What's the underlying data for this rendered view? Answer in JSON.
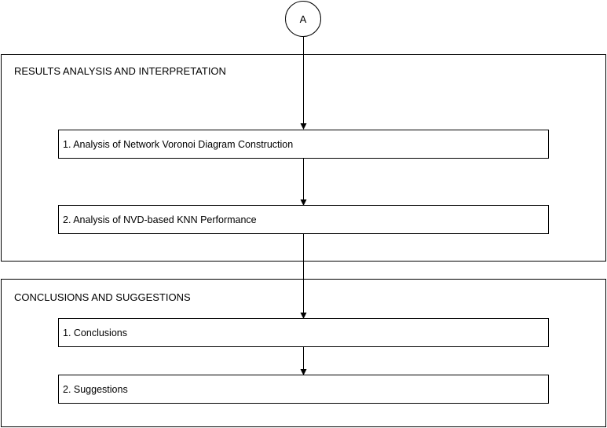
{
  "connector_label": "A",
  "sections": [
    {
      "title": "RESULTS ANALYSIS AND INTERPRETATION",
      "steps": [
        "1. Analysis of Network Voronoi Diagram Construction",
        "2. Analysis of NVD-based KNN Performance"
      ]
    },
    {
      "title": "CONCLUSIONS AND SUGGESTIONS",
      "steps": [
        "1. Conclusions",
        "2. Suggestions"
      ]
    }
  ]
}
